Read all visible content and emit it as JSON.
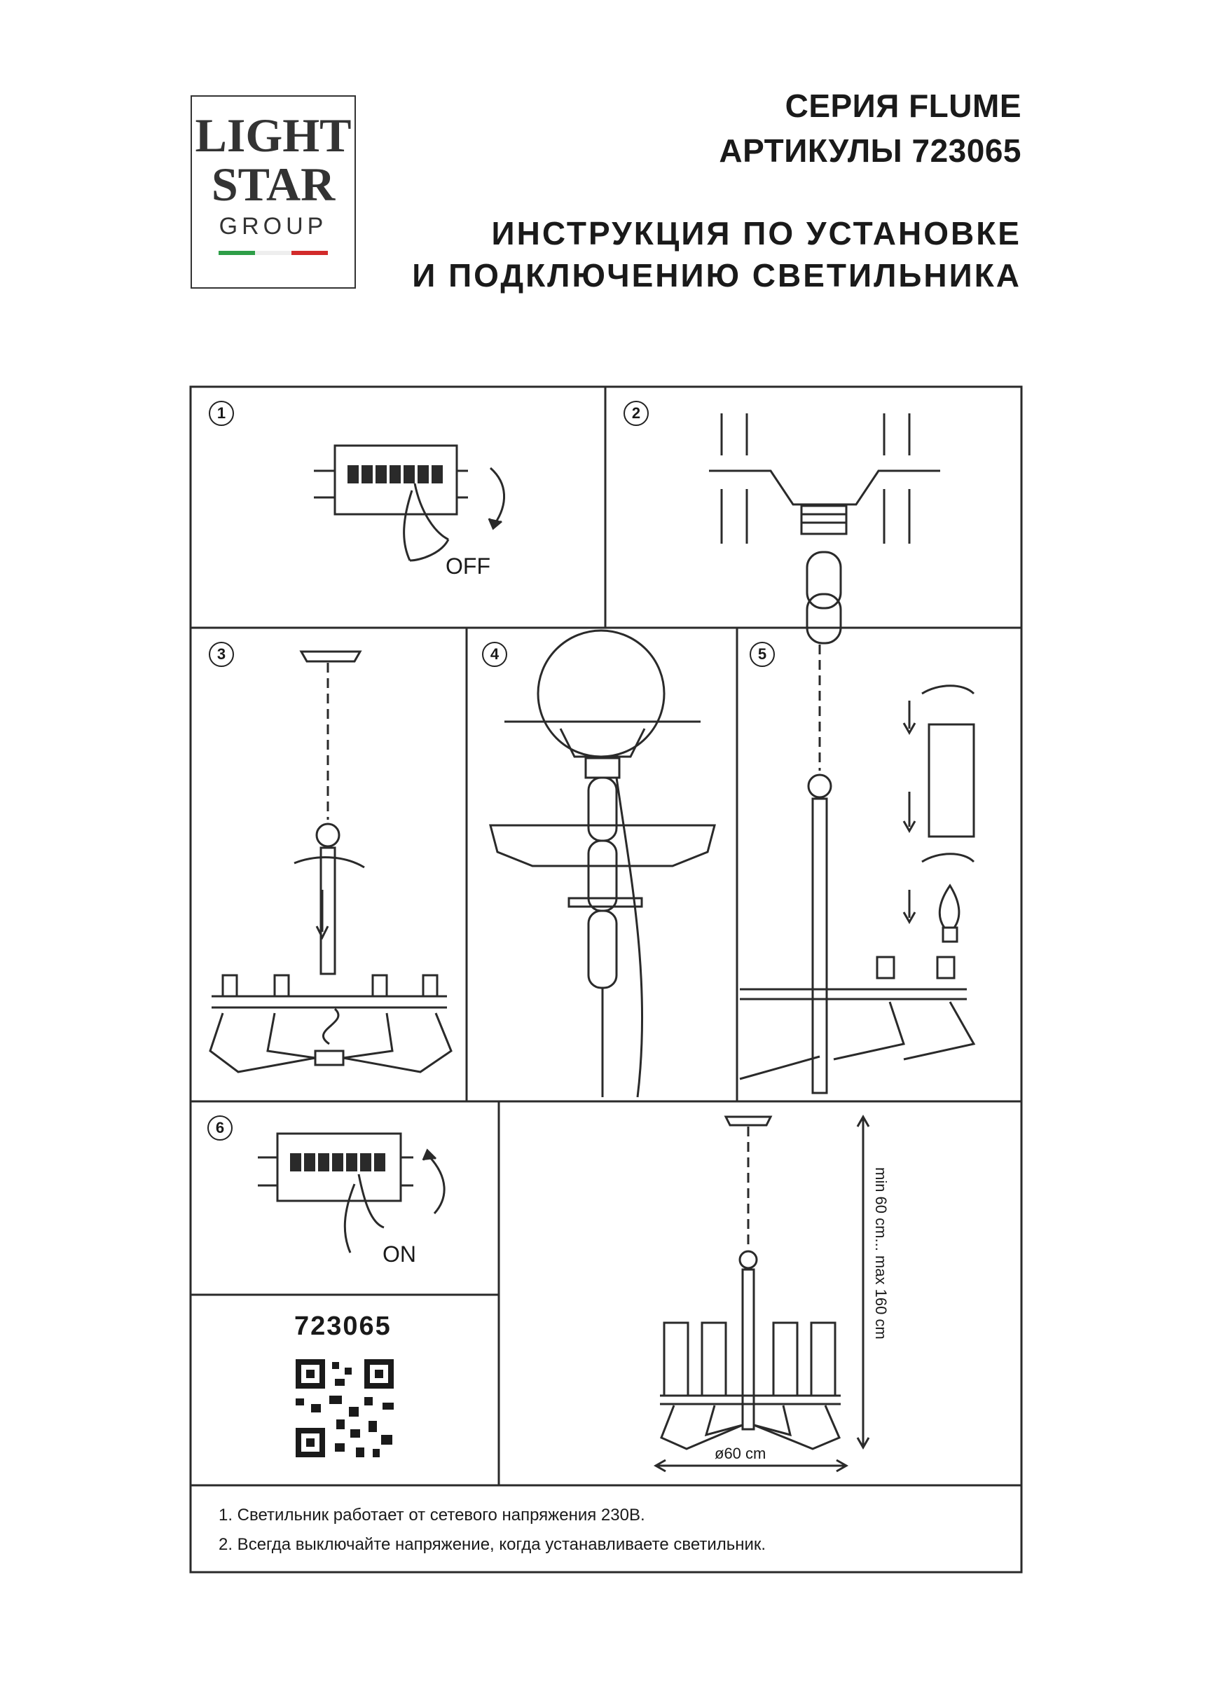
{
  "header": {
    "series": "СЕРИЯ FLUME",
    "article": "АРТИКУЛЫ 723065",
    "title_line1": "ИНСТРУКЦИЯ ПО УСТАНОВКЕ",
    "title_line2": "И ПОДКЛЮЧЕНИЮ СВЕТИЛЬНИКА"
  },
  "logo": {
    "line1": "LIGHT",
    "line2": "STAR",
    "line3": "GROUP",
    "flag_colors": [
      "#2e9e48",
      "#ffffff",
      "#d22b2b"
    ]
  },
  "steps": [
    {
      "number": "1",
      "caption": "OFF"
    },
    {
      "number": "2"
    },
    {
      "number": "3"
    },
    {
      "number": "4"
    },
    {
      "number": "5"
    },
    {
      "number": "6",
      "caption": "ON"
    }
  ],
  "product": {
    "article_code": "723065",
    "height_range": "min 60 cm... max 160 cm",
    "diameter": "ø60 cm"
  },
  "notes": [
    "1. Светильник работает от сетевого напряжения 230В.",
    "2. Всегда выключайте напряжение, когда устанавливаете светильник."
  ],
  "colors": {
    "line": "#2a2a2a",
    "background": "#ffffff"
  }
}
